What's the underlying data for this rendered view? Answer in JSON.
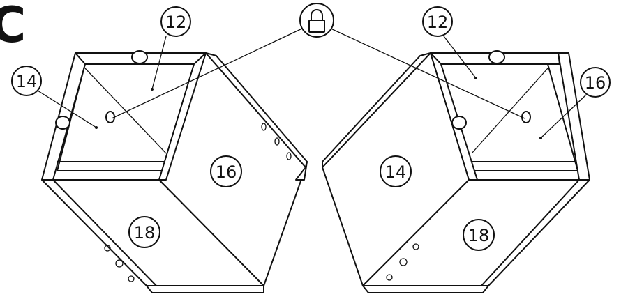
{
  "step_label": "C",
  "left_assembly": {
    "callout_12": "12",
    "callout_14": "14",
    "callout_16": "16",
    "callout_18": "18"
  },
  "right_assembly": {
    "callout_12": "12",
    "callout_14": "14",
    "callout_16": "16",
    "callout_18": "18"
  },
  "lock_icon": "padlock-icon"
}
